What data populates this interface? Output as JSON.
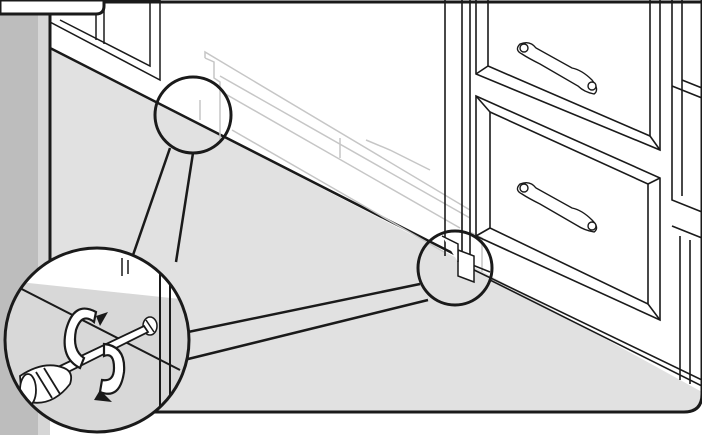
{
  "figure": {
    "step_label": "",
    "colors": {
      "frame": "#1a1a1a",
      "floor": "#e1e1e1",
      "wall": "#ffffff",
      "cabinet_line": "#1a1a1a",
      "ghost_panel": "#c9c9c9",
      "left_strip": "#bdbdbd"
    },
    "parts": [
      "cabinet-drawers",
      "kick-plate-panel",
      "screw",
      "screwdriver",
      "rotation-arrow",
      "magnifier-circle"
    ]
  }
}
